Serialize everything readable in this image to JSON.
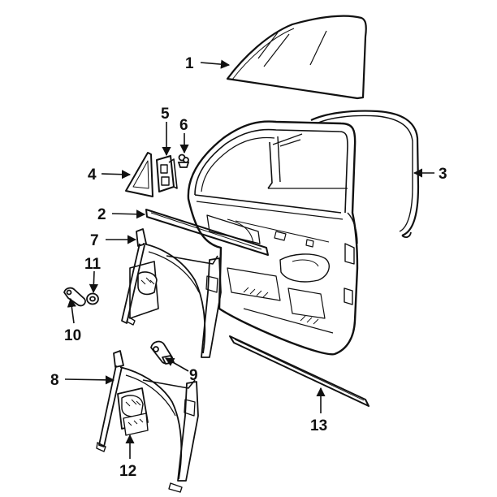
{
  "colors": {
    "ink": "#111111",
    "background": "#ffffff"
  },
  "callouts": [
    {
      "id": "1",
      "label": "1"
    },
    {
      "id": "2",
      "label": "2"
    },
    {
      "id": "3",
      "label": "3"
    },
    {
      "id": "4",
      "label": "4"
    },
    {
      "id": "5",
      "label": "5"
    },
    {
      "id": "6",
      "label": "6"
    },
    {
      "id": "7",
      "label": "7"
    },
    {
      "id": "8",
      "label": "8"
    },
    {
      "id": "9",
      "label": "9"
    },
    {
      "id": "10",
      "label": "10"
    },
    {
      "id": "11",
      "label": "11"
    },
    {
      "id": "12",
      "label": "12"
    },
    {
      "id": "13",
      "label": "13"
    }
  ]
}
